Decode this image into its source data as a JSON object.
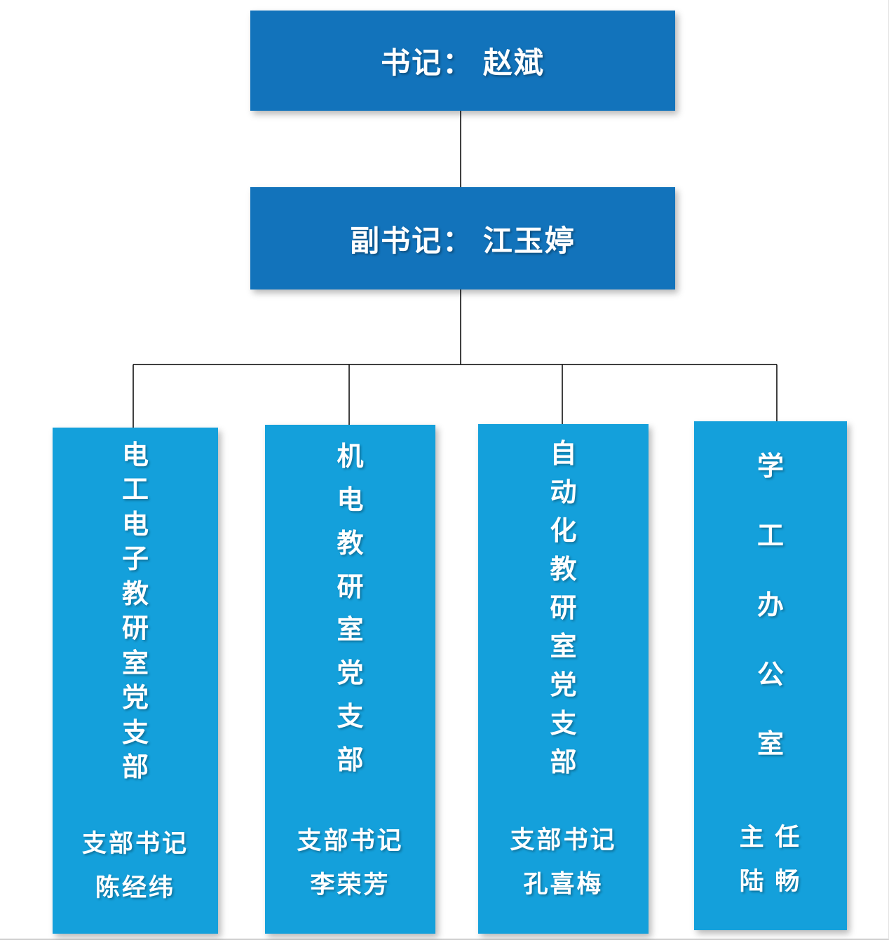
{
  "colors": {
    "primary_box": "#1273bb",
    "secondary_box": "#14a0db",
    "connector_line": "#000000",
    "text": "#ffffff"
  },
  "org_chart": {
    "root": {
      "label": "书记： 赵斌"
    },
    "deputy": {
      "label": "副书记： 江玉婷"
    },
    "branches": [
      {
        "title": "电工电子教研室党支部",
        "leader_role": "支部书记",
        "leader_name": "陈经纬"
      },
      {
        "title": "机电教研室党支部",
        "leader_role": "支部书记",
        "leader_name": "李荣芳"
      },
      {
        "title": "自动化教研室党支部",
        "leader_role": "支部书记",
        "leader_name": "孔喜梅"
      },
      {
        "title": "学工办公室",
        "leader_role": "主  任",
        "leader_name": "陆  畅"
      }
    ]
  }
}
